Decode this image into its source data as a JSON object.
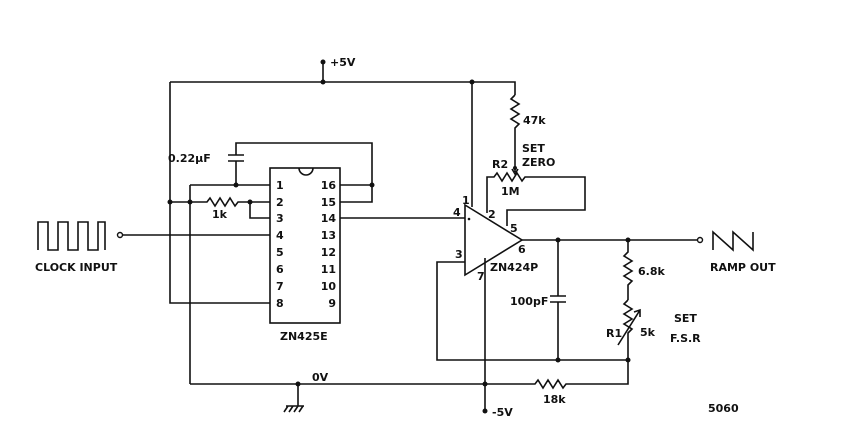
{
  "supply": {
    "positive": "+5V",
    "negative": "-5V",
    "ground": "0V"
  },
  "ic1": {
    "name": "ZN425E",
    "left_pins": [
      "1",
      "2",
      "3",
      "4",
      "5",
      "6",
      "7",
      "8"
    ],
    "right_pins": [
      "16",
      "15",
      "14",
      "13",
      "12",
      "11",
      "10",
      "9"
    ]
  },
  "ic2": {
    "name": "ZN424P",
    "pins": {
      "p1": "1",
      "p2": "2",
      "p3": "3",
      "p4": "4",
      "p5": "5",
      "p6": "6",
      "p7": "7"
    }
  },
  "components": {
    "c1": "0.22µF",
    "r_1k": "1k",
    "r_47k": "47k",
    "r2_name": "R2",
    "r2_value": "1M",
    "set_zero": [
      "SET",
      "ZERO"
    ],
    "c2": "100pF",
    "r_68k": "6.8k",
    "r1_name": "R1",
    "r1_value": "5k",
    "set_fsr": [
      "SET",
      "F.S.R"
    ],
    "r_18k": "18k"
  },
  "io": {
    "input": "CLOCK INPUT",
    "output": "RAMP OUT"
  },
  "figure_number": "5060"
}
